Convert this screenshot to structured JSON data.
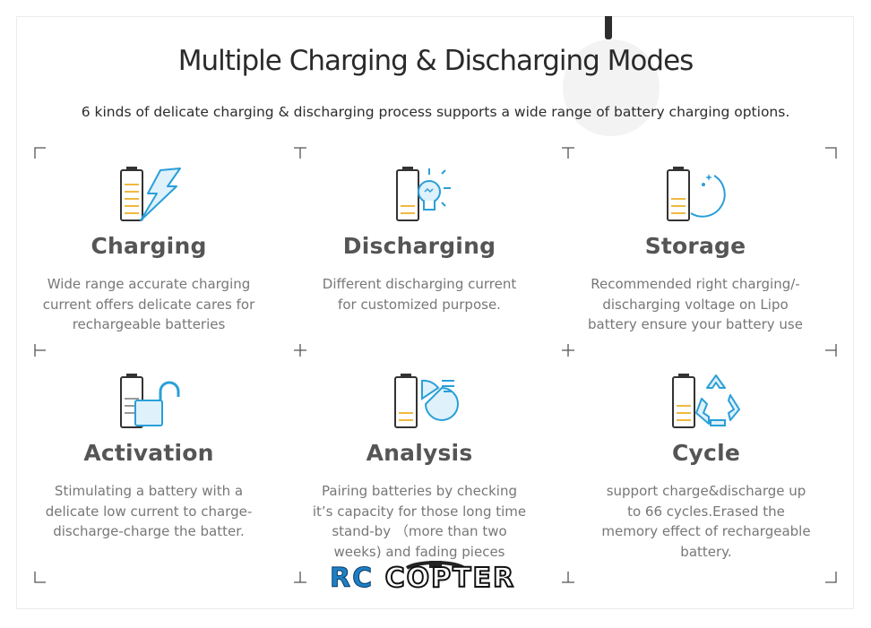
{
  "header": {
    "title": "Multiple Charging & Discharging Modes",
    "subtitle": "6 kinds of delicate charging & discharging process supports a wide range of battery charging options."
  },
  "modes": [
    {
      "name": "Charging",
      "icon": "battery-lightning-icon",
      "desc": "Wide range accurate charging current offers delicate cares for rechargeable batteries"
    },
    {
      "name": "Discharging",
      "icon": "battery-lightbulb-icon",
      "desc": "Different discharging current for customized purpose."
    },
    {
      "name": "Storage",
      "icon": "battery-moon-icon",
      "desc": "Recommended right charging/-discharging voltage on Lipo battery ensure your battery use"
    },
    {
      "name": "Activation",
      "icon": "battery-unlock-icon",
      "desc": "Stimulating a battery with a delicate low current to charge-discharge-charge the batter."
    },
    {
      "name": "Analysis",
      "icon": "battery-piechart-icon",
      "desc": "Pairing batteries by checking it’s capacity for those long time stand-by （more than two weeks) and fading pieces"
    },
    {
      "name": "Cycle",
      "icon": "battery-recycle-icon",
      "desc": "support charge&discharge  up to 66 cycles.Erased the memory effect of rechargeable battery."
    }
  ],
  "watermark": {
    "part1": "RC",
    "part2": "COPTER"
  },
  "colors": {
    "accent": "#2a9fd8",
    "battery": "#333333",
    "level": "#f0b840",
    "text": "#777777"
  }
}
